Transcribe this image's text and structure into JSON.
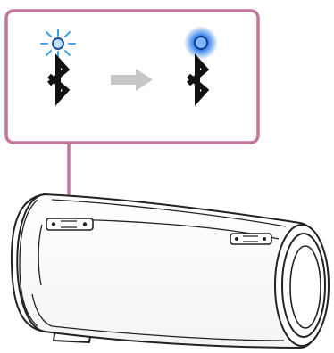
{
  "diagram": {
    "accent_color": "#c3779b",
    "indicator_before": {
      "state": "blinking",
      "color": "#3fa4e6",
      "icon": "bluetooth-icon"
    },
    "transition": {
      "icon": "arrow-right-icon",
      "color": "#c7c7c7"
    },
    "indicator_after": {
      "state": "lit",
      "color": "#1e6fe0",
      "icon": "bluetooth-icon"
    },
    "device": {
      "icon": "cylindrical-speaker-icon",
      "highlighted_part": "bluetooth-button"
    }
  }
}
